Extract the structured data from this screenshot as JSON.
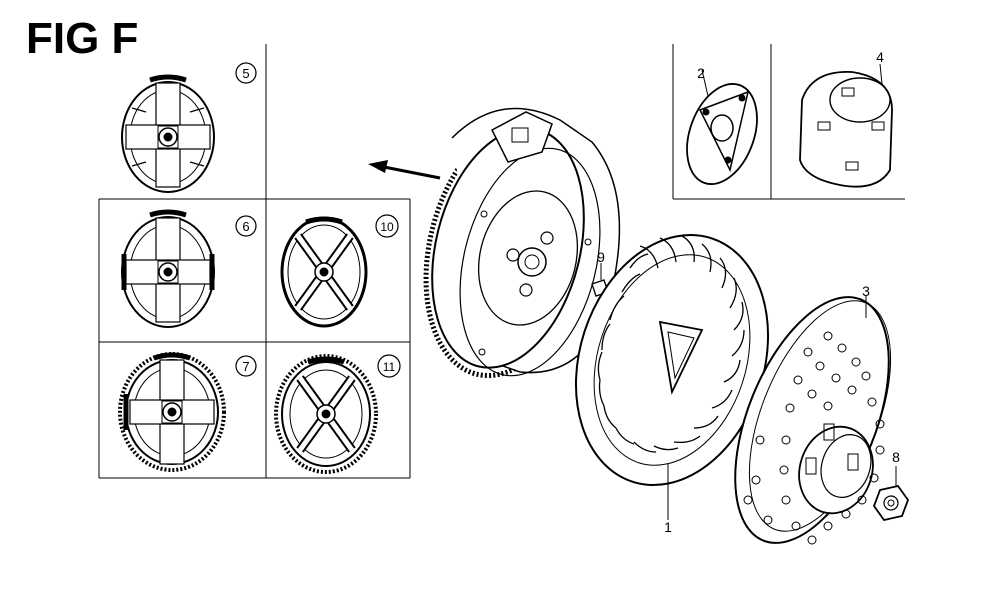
{
  "figure": {
    "title": "FIG F",
    "ink_color": "#000000",
    "background": "#ffffff"
  },
  "variant_panels": [
    {
      "label": "5"
    },
    {
      "label": "6"
    },
    {
      "label": "7"
    },
    {
      "label": "10"
    },
    {
      "label": "11"
    }
  ],
  "part_callouts": [
    {
      "label": "1"
    },
    {
      "label": "2"
    },
    {
      "label": "3"
    },
    {
      "label": "4"
    },
    {
      "label": "8"
    },
    {
      "label": "9"
    }
  ]
}
